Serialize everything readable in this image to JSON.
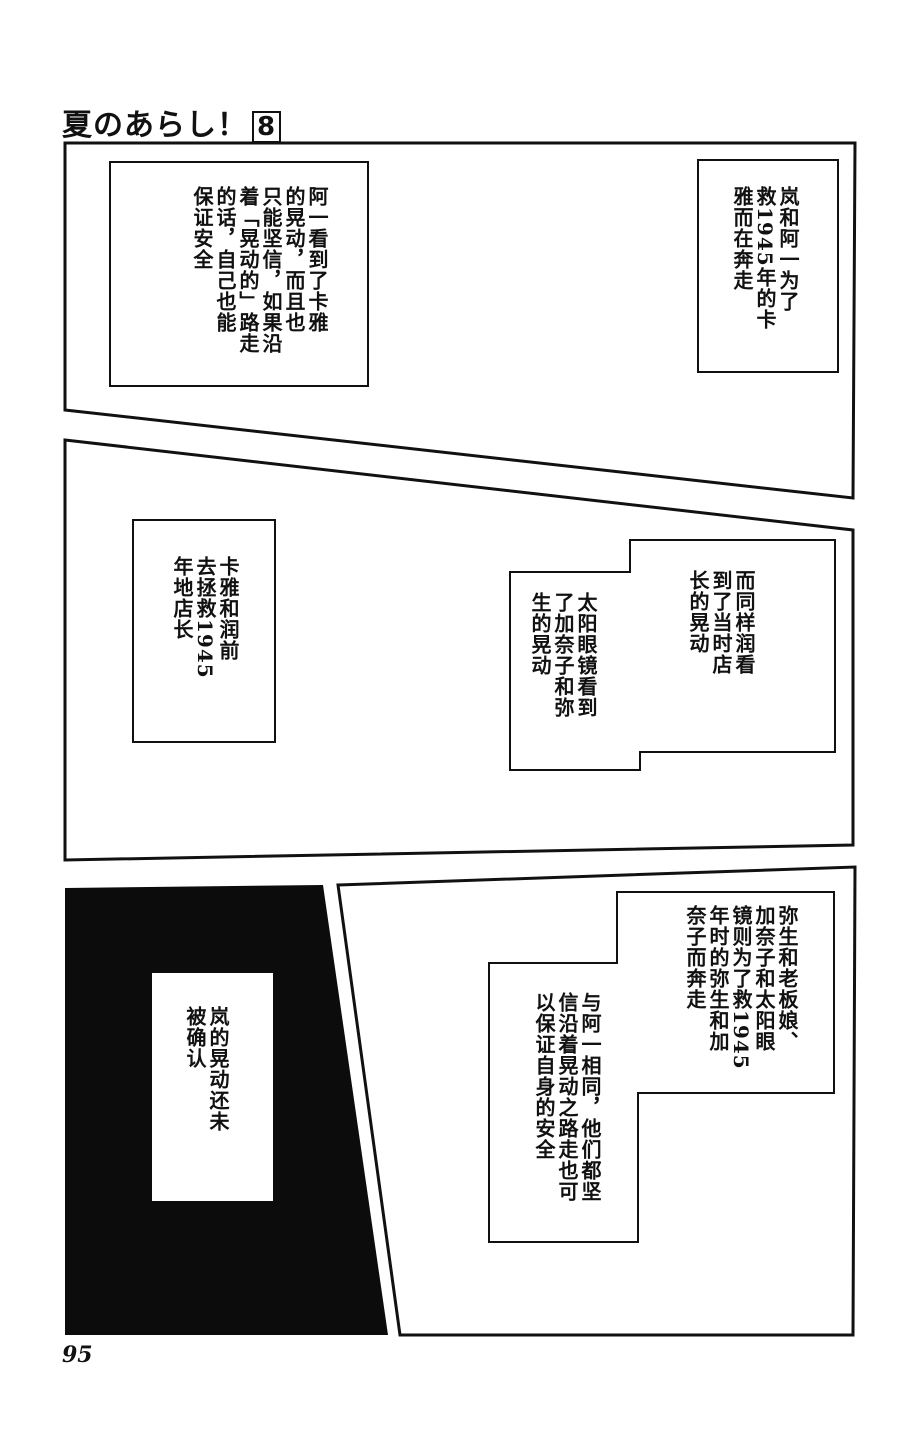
{
  "header": {
    "title": "夏のあらし！",
    "volume": "8"
  },
  "page_number": "95",
  "panels": {
    "p1": {
      "box_left": "阿一看到了卡雅\n的晃动，而且也\n只能坚信，如果沿\n着「晃动的」路走\n的话，自己也能\n保证安全",
      "box_right": "岚和阿一为了\n救1945年的卡\n雅而在奔走"
    },
    "p2": {
      "box_left": "卡雅和润前\n去拯救1945\n年地店长",
      "box_mid_right": "而同样润看\n到了当时店\n长的晃动",
      "box_mid_left": "太阳眼镜看到\n了加奈子和弥\n生的晃动"
    },
    "p3": {
      "box": "岚的晃动还未\n被确认"
    },
    "p4": {
      "box_right": "弥生和老板娘、\n加奈子和太阳眼\n镜则为了救1945\n年时的弥生和加\n奈子而奔走",
      "box_left": "与阿一相同，他们都坚\n信沿着晃动之路走也可\n以保证自身的安全"
    }
  }
}
